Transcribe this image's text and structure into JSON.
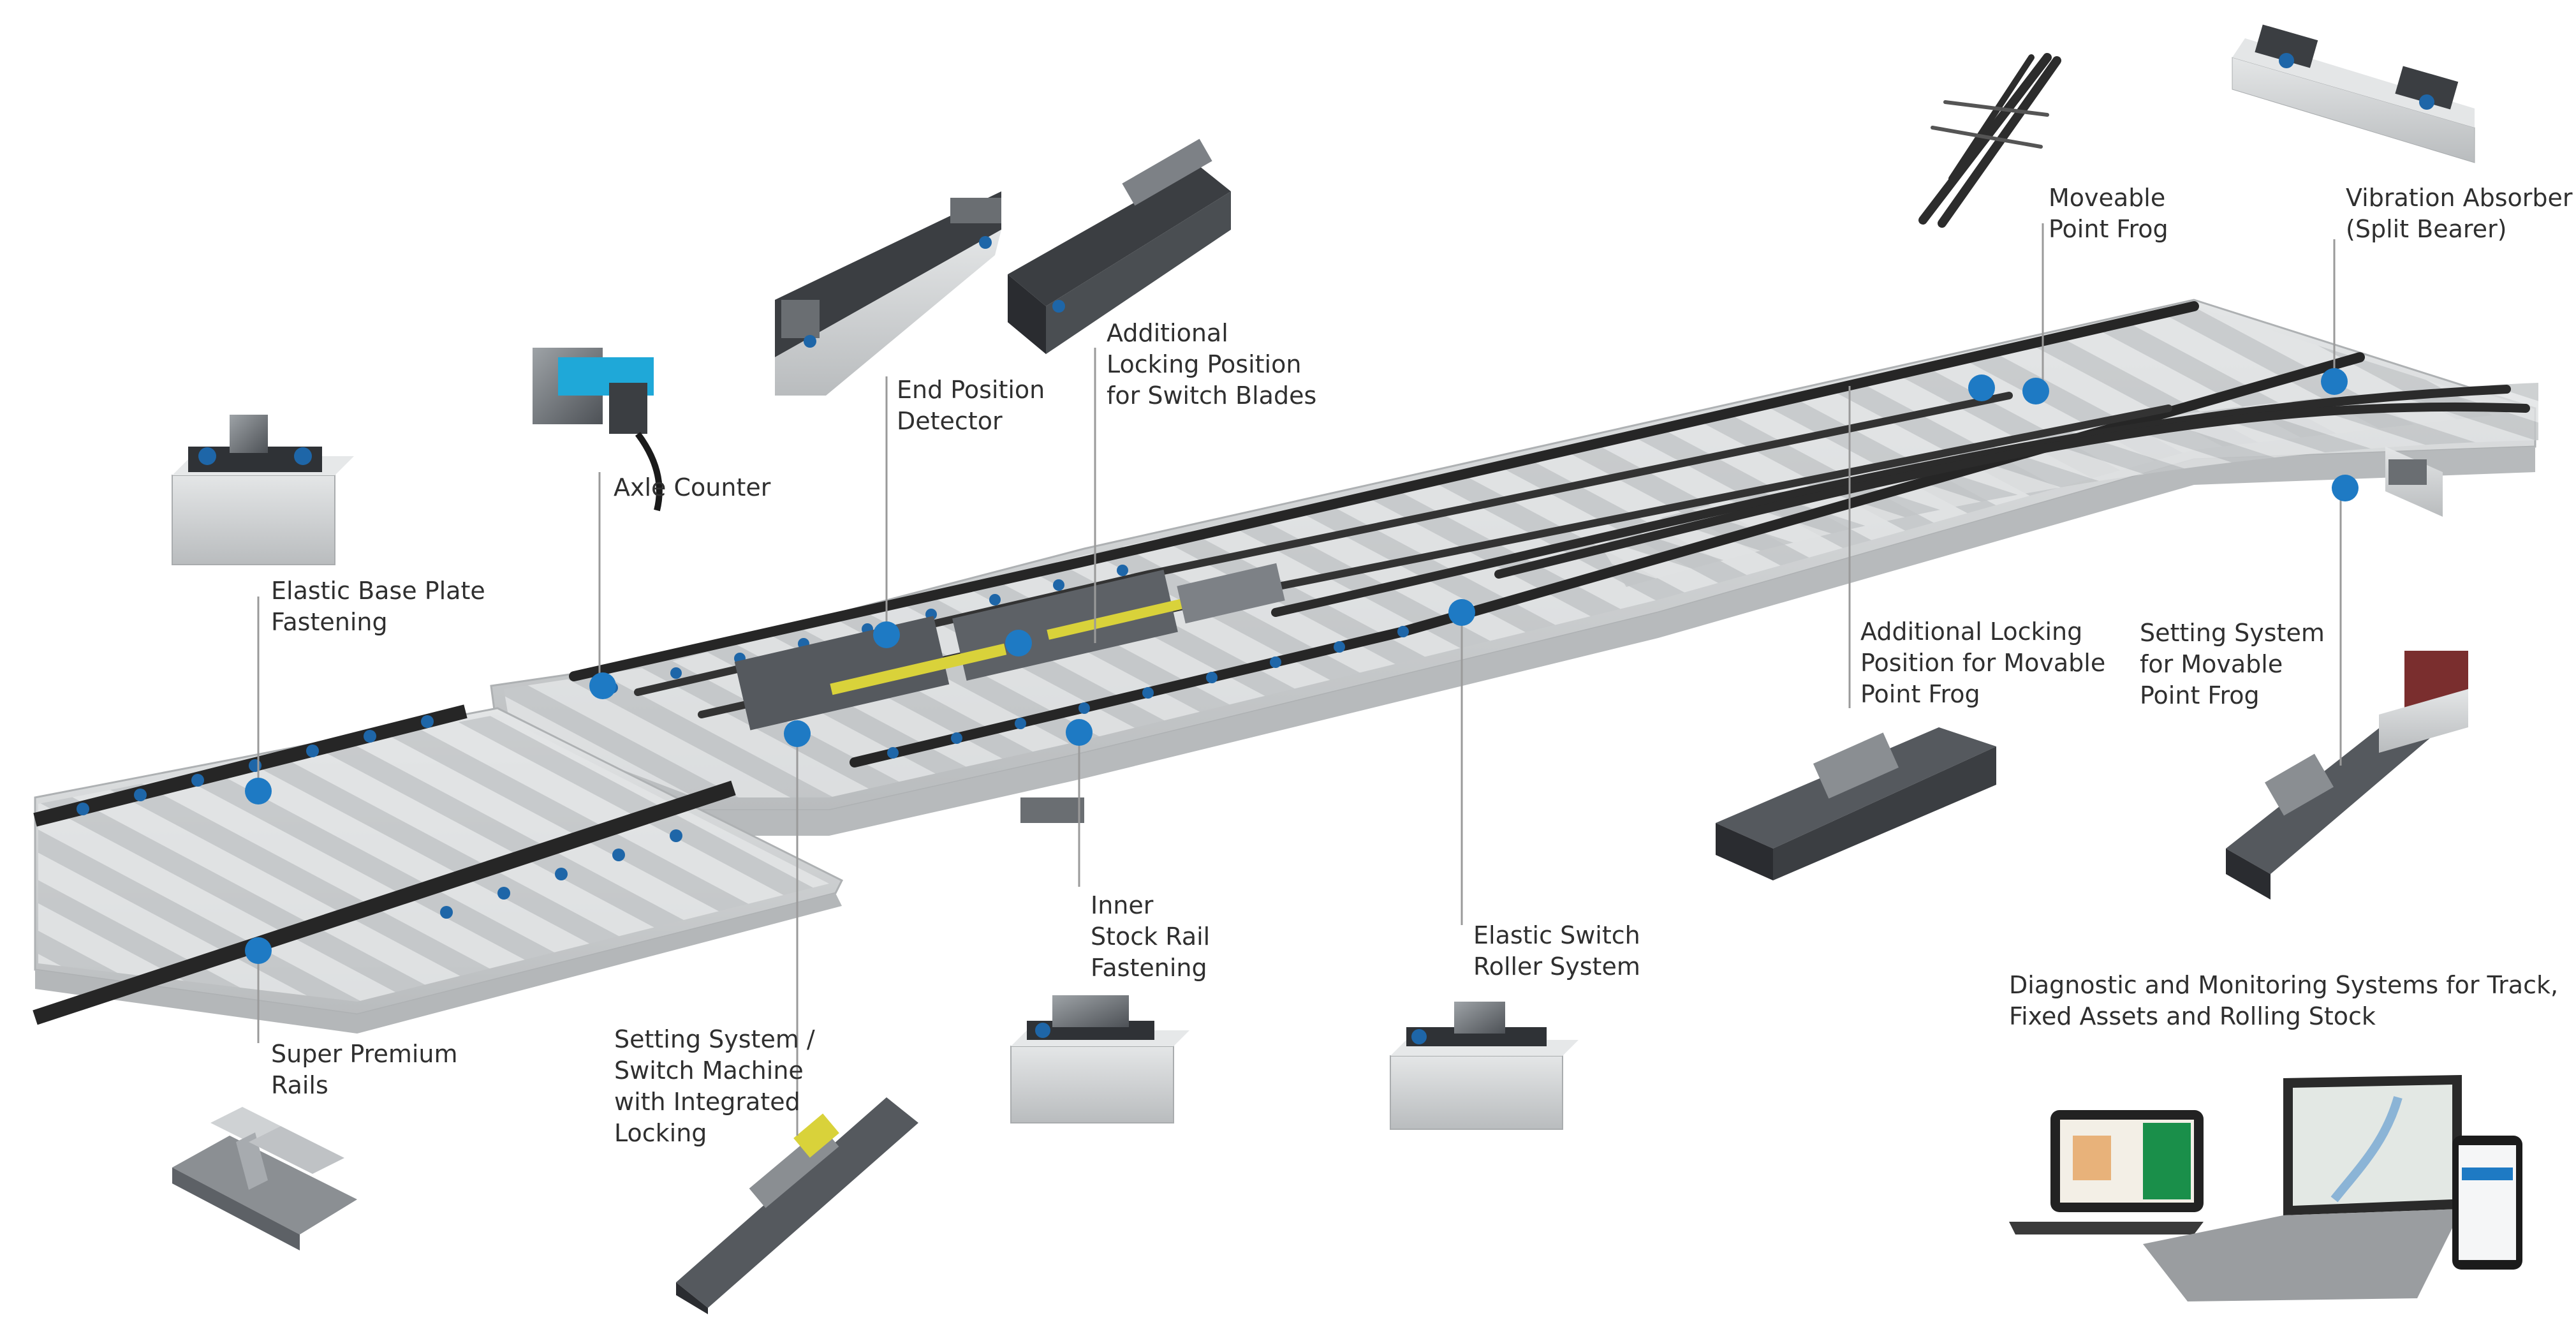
{
  "colors": {
    "accent": "#1e7ac4",
    "line": "#9a9a9a",
    "rail": "#262626",
    "sleeper": "#d6d8da",
    "concrete": "#c9cbcc",
    "bracket": "#6a6e72",
    "fastener_blue": "#1e66a8"
  },
  "labels": {
    "elastic_base_plate": "Elastic Base Plate\nFastening",
    "axle_counter": "Axle Counter",
    "end_position_detector": "End Position\nDetector",
    "additional_locking_blades": "Additional\nLocking Position\nfor Switch Blades",
    "moveable_point_frog": "Moveable\nPoint Frog",
    "vibration_absorber": "Vibration Absorber\n(Split Bearer)",
    "additional_locking_frog": "Additional Locking\nPosition for Movable\nPoint Frog",
    "setting_system_frog": "Setting System\nfor Movable\nPoint Frog",
    "inner_stock_rail": "Inner\nStock Rail\nFastening",
    "elastic_switch_roller": "Elastic Switch\nRoller System",
    "super_premium_rails": "Super Premium\nRails",
    "setting_system_switch": "Setting System /\nSwitch Machine\nwith Integrated\nLocking",
    "diagnostic": "Diagnostic and Monitoring Systems for Track,\nFixed Assets and Rolling Stock"
  },
  "icons": {
    "ground_point": "location-dot-icon",
    "rail_profile": "rail-profile-icon",
    "fastening": "fastening-block-icon",
    "machine": "switch-machine-icon",
    "laptop": "laptop-icon",
    "tablet": "tablet-icon",
    "phone": "phone-icon"
  }
}
